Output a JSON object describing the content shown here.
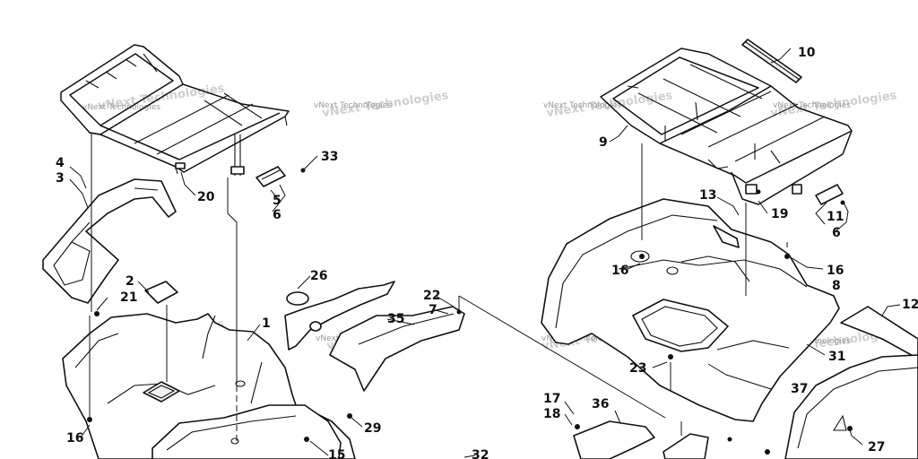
{
  "watermark": "vNext Technologies",
  "left_assembly_labels": [
    "4",
    "3",
    "2",
    "21",
    "20",
    "33",
    "5",
    "6",
    "26",
    "22",
    "7",
    "35",
    "1",
    "16",
    "29",
    "15",
    "32"
  ],
  "right_assembly_labels": [
    "10",
    "9",
    "13",
    "19",
    "11",
    "6",
    "16",
    "16",
    "8",
    "12",
    "23",
    "31",
    "37",
    "17",
    "18",
    "36",
    "27"
  ]
}
